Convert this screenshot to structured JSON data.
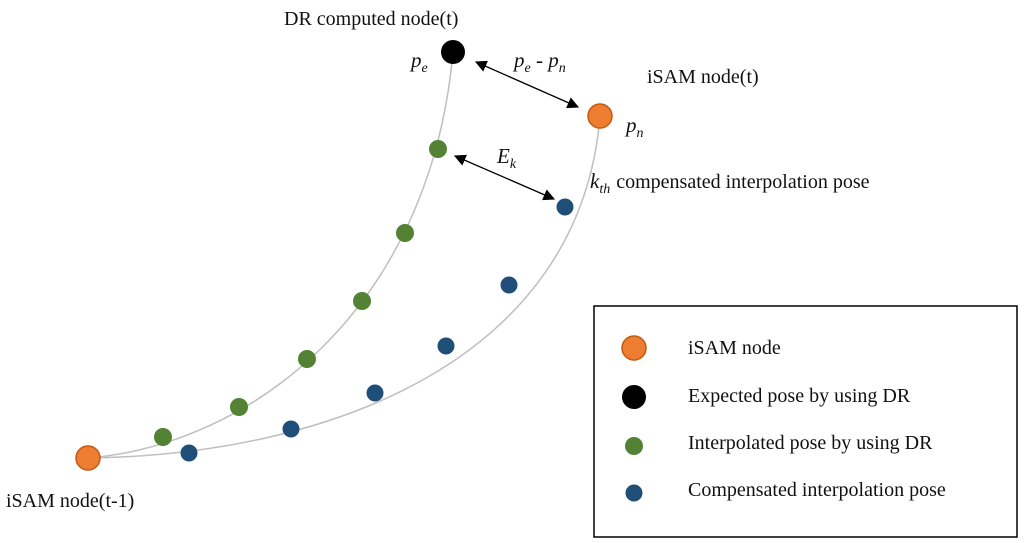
{
  "labels": {
    "dr_node": "DR computed node(t)",
    "isam_node_t": "iSAM node(t)",
    "isam_node_t_minus_1": "iSAM node(t-1)",
    "kth_rest": "compensated interpolation pose"
  },
  "math": {
    "pe": {
      "base": "p",
      "sub": "e"
    },
    "pn": {
      "base": "p",
      "sub": "n"
    },
    "diff_a": {
      "base": "p",
      "sub": "e"
    },
    "diff_minus": " - ",
    "diff_b": {
      "base": "p",
      "sub": "n"
    },
    "ek": {
      "base": "E",
      "sub": "k"
    },
    "kth": {
      "base": "k",
      "sub": "th"
    }
  },
  "legend": {
    "items": [
      {
        "label": "iSAM node",
        "color": "#ED7D31",
        "stroke": "#C55A11"
      },
      {
        "label": "Expected pose by using DR",
        "color": "#000000",
        "stroke": "#000000"
      },
      {
        "label": "Interpolated pose by using DR",
        "color": "#548235",
        "stroke": "#548235"
      },
      {
        "label": "Compensated interpolation pose",
        "color": "#1F4E79",
        "stroke": "#1F4E79"
      }
    ]
  },
  "colors": {
    "isam": "#ED7D31",
    "isam_stroke": "#C55A11",
    "dr": "#000000",
    "interpolated": "#548235",
    "compensated": "#1F4E79",
    "curve": "#BFBFBF"
  }
}
